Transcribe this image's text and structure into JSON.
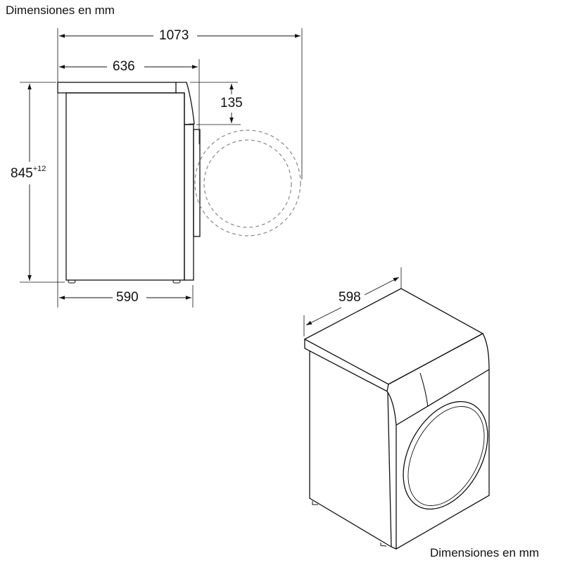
{
  "side_view": {
    "title": "Dimensiones en mm",
    "dimensions": {
      "total_depth_door_open": "1073",
      "depth_with_door": "636",
      "depth_body": "590",
      "height": "845",
      "height_tolerance": "+12",
      "top_to_door": "135"
    }
  },
  "iso_view": {
    "title": "Dimensiones en mm",
    "dimensions": {
      "width": "598"
    }
  },
  "colors": {
    "line": "#111111",
    "dim_line": "#222222",
    "dashed": "#888888",
    "background": "#ffffff"
  }
}
